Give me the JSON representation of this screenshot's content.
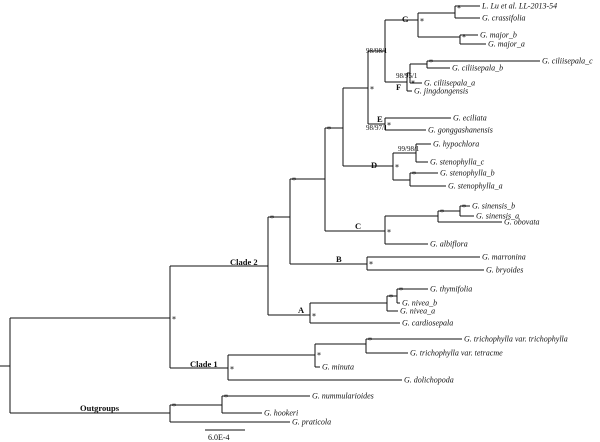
{
  "taxa": {
    "g_lu": "L. Lu et al. LL-2013-54",
    "g_crassifolia": "G. crassifolia",
    "g_major_b": "G. major_b",
    "g_major_a": "G. major_a",
    "g_ciliisepala_c": "G. ciliisepala_c",
    "g_ciliisepala_b": "G. ciliisepala_b",
    "g_ciliisepala_a": "G. ciliisepala_a",
    "g_jingdongensis": "G. jingdongensis",
    "g_eciliata": "G. eciliata",
    "g_gonggashanensis": "G. gonggashanensis",
    "g_hypochlora": "G. hypochlora",
    "g_stenophylla_c": "G. stenophylla_c",
    "g_stenophylla_b": "G. stenophylla_b",
    "g_stenophylla_a": "G. stenophylla_a",
    "g_sinensis_b": "G. sinensis_b",
    "g_sinensis_a": "G. sinensis_a",
    "g_obovata": "G. obovata",
    "g_albiflora": "G. albiflora",
    "g_marronina": "G. marronina",
    "g_bryoides": "G. bryoides",
    "g_thymifolia": "G. thymifolia",
    "g_nivea_b": "G. nivea_b",
    "g_nivea_a": "G. nivea_a",
    "g_cardiosepala": "G. cardiosepala",
    "g_trich_trich": "G. trichophylla var. trichophylla",
    "g_trich_tetr": "G. trichophylla var. tetracme",
    "g_minuta": "G. minuta",
    "g_dolichopoda": "G. dolichopoda",
    "g_nummularioides": "G. nummularioides",
    "g_hookeri": "G. hookeri",
    "g_praticola": "G. praticola"
  },
  "clades": {
    "a": "A",
    "b": "B",
    "c": "C",
    "d": "D",
    "e": "E",
    "f": "F",
    "g": "G",
    "clade1": "Clade 1",
    "clade2": "Clade 2",
    "outgroups": "Outgroups"
  },
  "support": {
    "s1": "98/98/1",
    "s2": "98/95/1",
    "s3": "98/97/1",
    "s4": "99/98/1",
    "star": "*"
  },
  "scale_bar": {
    "label": "6.0E-4"
  }
}
